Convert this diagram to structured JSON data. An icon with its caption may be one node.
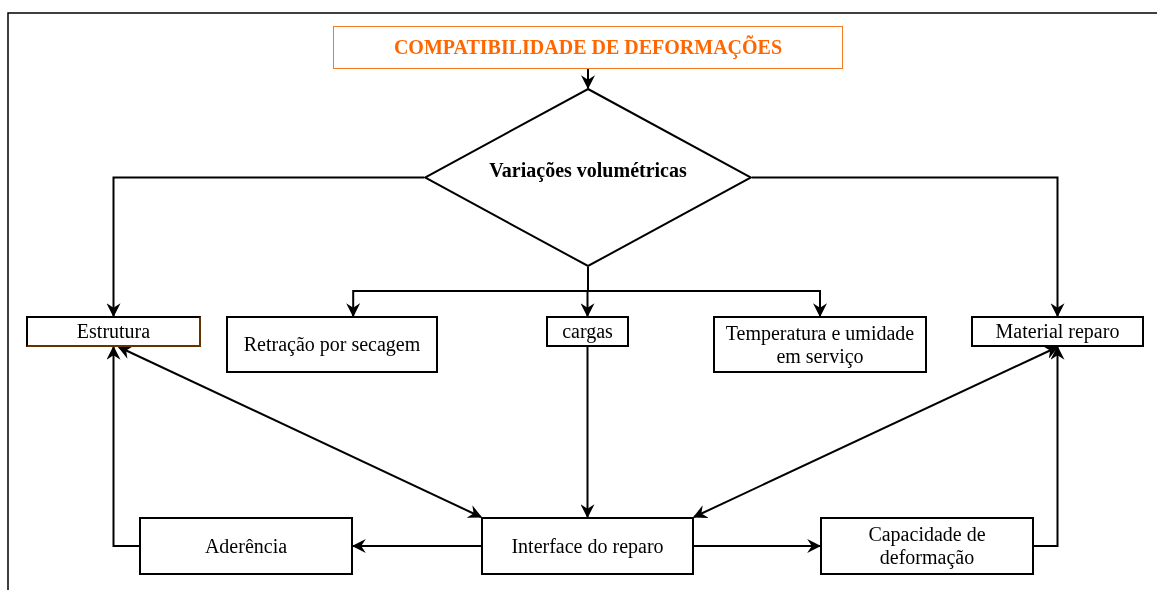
{
  "diagram": {
    "nodes": [
      {
        "text": [
          "COMPATIBILIDADE DE DEFORMAÇÕES"
        ]
      },
      {
        "text": [
          "Variações volumétricas"
        ]
      },
      {
        "text": [
          "Estrutura"
        ]
      },
      {
        "text": [
          "Retração por secagem"
        ]
      },
      {
        "text": [
          "cargas"
        ]
      },
      {
        "text": [
          "Temperatura e umidade em serviço"
        ]
      },
      {
        "text": [
          "Material reparo"
        ]
      },
      {
        "text": [
          "Aderência"
        ]
      },
      {
        "text": [
          "Interface do reparo"
        ]
      },
      {
        "text": [
          "Capacidade de deformação"
        ]
      }
    ],
    "edges": [
      {
        "from": 0,
        "to": 1,
        "arrow": "to"
      },
      {
        "from": 1,
        "to": 2,
        "arrow": "to"
      },
      {
        "from": 1,
        "to": 3,
        "arrow": "to"
      },
      {
        "from": 1,
        "to": 4,
        "arrow": "to"
      },
      {
        "from": 1,
        "to": 5,
        "arrow": "to"
      },
      {
        "from": 1,
        "to": 6,
        "arrow": "to"
      },
      {
        "from": 2,
        "to": 8,
        "arrow": "both"
      },
      {
        "from": 4,
        "to": 8,
        "arrow": "to"
      },
      {
        "from": 6,
        "to": 8,
        "arrow": "both"
      },
      {
        "from": 8,
        "to": 7,
        "arrow": "to"
      },
      {
        "from": 7,
        "to": 2,
        "arrow": "to"
      },
      {
        "from": 8,
        "to": 9,
        "arrow": "to"
      },
      {
        "from": 9,
        "to": 6,
        "arrow": "to"
      }
    ]
  }
}
